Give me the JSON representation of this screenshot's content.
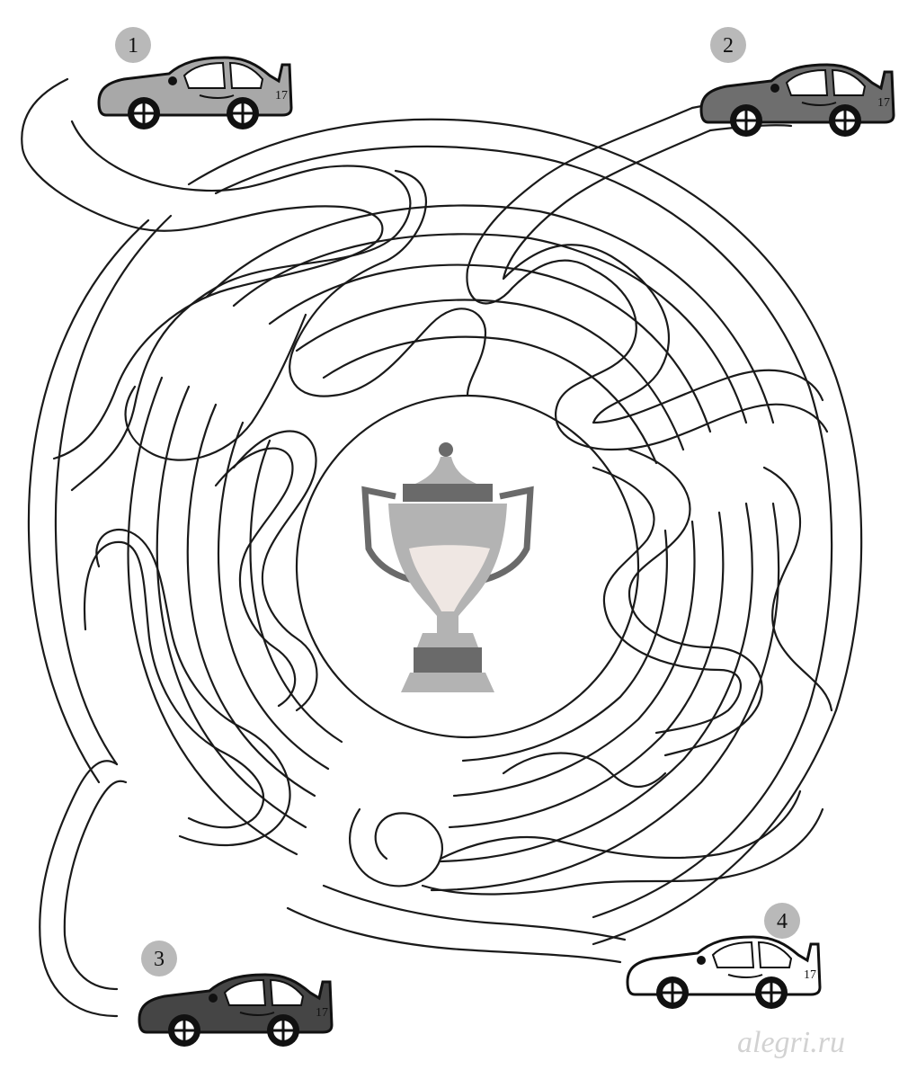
{
  "puzzle": {
    "cars": [
      {
        "number": "1",
        "color": "#a8a8a8",
        "badge": "#b9b9b9"
      },
      {
        "number": "2",
        "color": "#6e6e6e",
        "badge": "#b9b9b9"
      },
      {
        "number": "3",
        "color": "#454545",
        "badge": "#b9b9b9"
      },
      {
        "number": "4",
        "color": "#ffffff",
        "badge": "#b9b9b9"
      }
    ],
    "trophy": {
      "body": "#b3b3b3",
      "dark": "#6a6a6a",
      "light": "#efe7e3"
    },
    "watermark": "alegri.ru"
  }
}
